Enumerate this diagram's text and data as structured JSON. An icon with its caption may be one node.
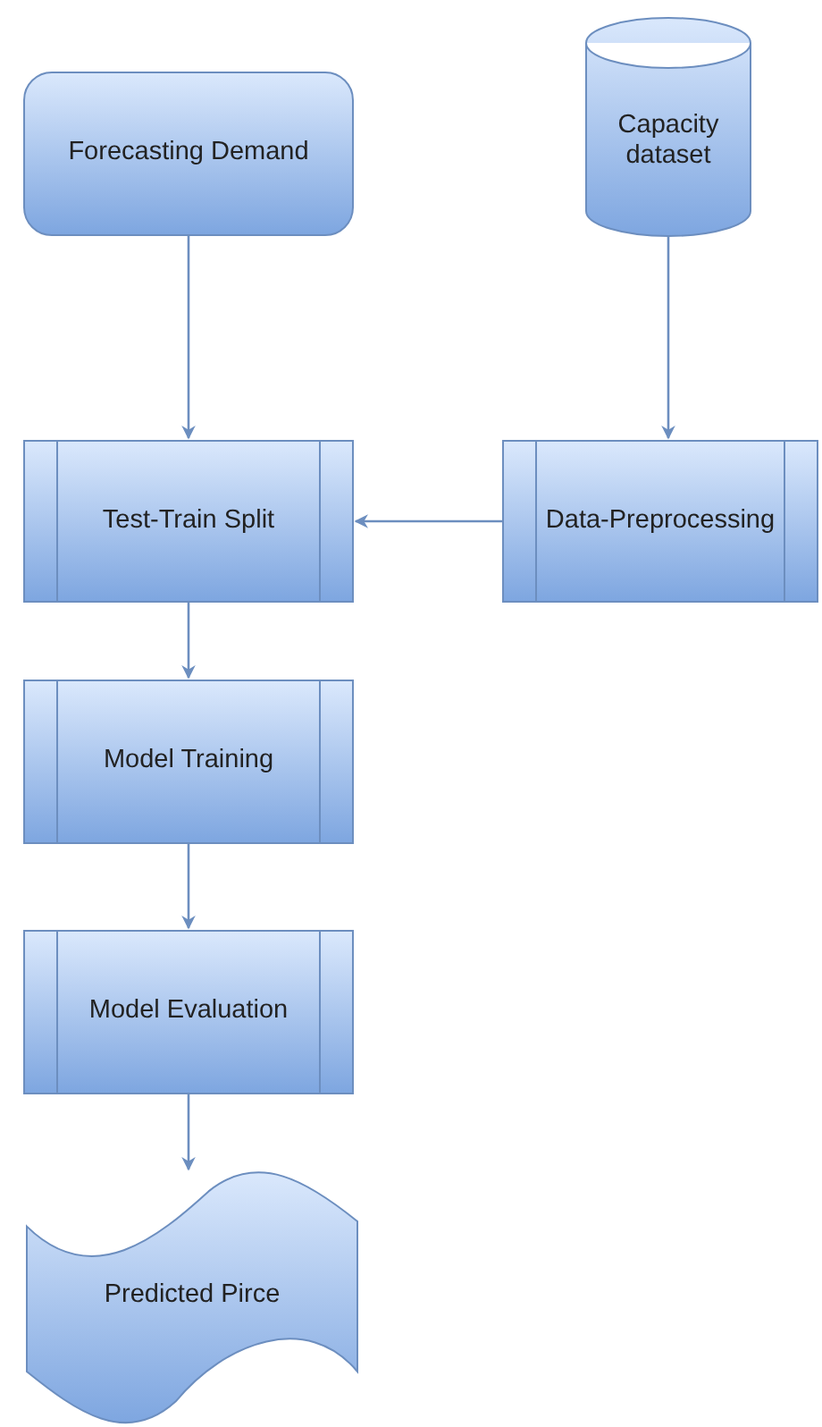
{
  "diagram": {
    "nodes": [
      {
        "text": [
          "Forecasting Demand"
        ]
      },
      {
        "text": [
          "Capacity dataset"
        ]
      },
      {
        "text": [
          "Test-Train Split"
        ]
      },
      {
        "text": [
          "Data-Preprocessing"
        ]
      },
      {
        "text": [
          "Model Training"
        ]
      },
      {
        "text": [
          "Model Evaluation"
        ]
      },
      {
        "text": [
          "Predicted Pirce"
        ]
      }
    ],
    "edges": [
      {
        "from": 0,
        "to": 2,
        "arrow": "to"
      },
      {
        "from": 1,
        "to": 3,
        "arrow": "to"
      },
      {
        "from": 3,
        "to": 2,
        "arrow": "to"
      },
      {
        "from": 2,
        "to": 4,
        "arrow": "to"
      },
      {
        "from": 4,
        "to": 5,
        "arrow": "to"
      },
      {
        "from": 5,
        "to": 6,
        "arrow": "to"
      }
    ]
  }
}
